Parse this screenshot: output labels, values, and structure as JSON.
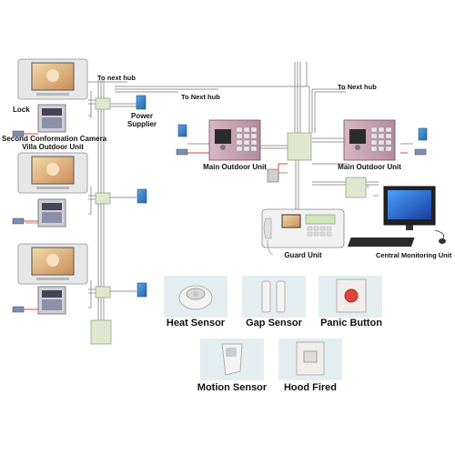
{
  "labels": {
    "to_next_hub_1": "To next hub",
    "to_next_hub_2": "To Next hub",
    "to_next_hub_3": "To Next hub",
    "power_supplier_line1": "Power",
    "power_supplier_line2": "Supplier",
    "lock": "Lock",
    "villa_line1": "Second Conformation Camera",
    "villa_line2": "Villa Outdoor Unit",
    "main_outdoor_unit_1": "Main Outdoor Unit",
    "main_outdoor_unit_2": "Main Outdoor Unit",
    "guard_unit": "Guard Unit",
    "central_monitoring_unit": "Central Monitoring Unit"
  },
  "sensors": [
    {
      "label": "Heat Sensor",
      "icon": "heat-sensor-icon"
    },
    {
      "label": "Gap Sensor",
      "icon": "gap-sensor-icon"
    },
    {
      "label": "Panic Button",
      "icon": "panic-button-icon"
    },
    {
      "label": "Motion Sensor",
      "icon": "motion-sensor-icon"
    },
    {
      "label": "Hood Fired",
      "icon": "hood-fired-icon"
    }
  ],
  "colors": {
    "wire": "#8f8f8f",
    "wire_red": "#e0453a",
    "hub": "#dfe7cf",
    "indoor_frame": "#d9d9d9",
    "outdoor_panel": "#c8a8b4",
    "sensor_bg": "#e4eef0"
  }
}
